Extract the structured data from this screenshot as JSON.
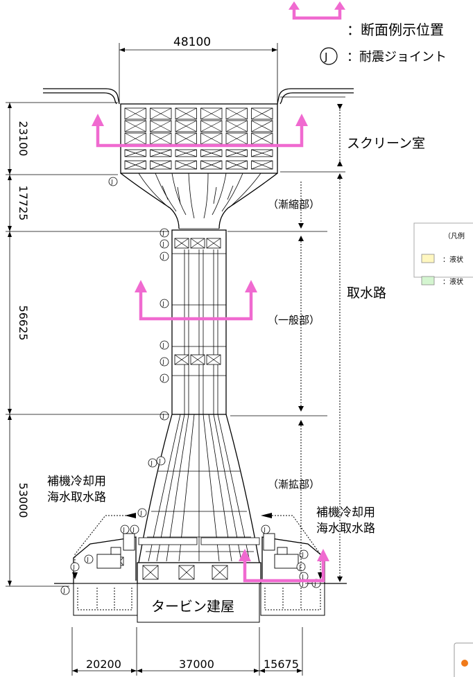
{
  "legend_top": {
    "section_label": "：断面例示位置",
    "joint_symbol": "J",
    "joint_label": "：耐震ジョイント"
  },
  "dimensions": {
    "top_width": "48100",
    "left": [
      "23100",
      "17725",
      "56625",
      "53000"
    ],
    "bottom": [
      "20200",
      "37000",
      "15675"
    ]
  },
  "labels": {
    "screen_room": "スクリーン室",
    "intake": "取水路",
    "tapering": "（漸縮部）",
    "general": "（一般部）",
    "widening": "（漸拡部）",
    "aux_left_1": "補機冷却用",
    "aux_left_2": "海水取水路",
    "aux_right_1": "補機冷却用",
    "aux_right_2": "海水取水路",
    "turbine": "タービン建屋"
  },
  "inset_legend": {
    "title": "（凡例",
    "item1": "：液状",
    "item2": "：液状",
    "color1": "#fff7c0",
    "color2": "#d4f5d0"
  },
  "colors": {
    "section_marker": "#f06ad0"
  }
}
